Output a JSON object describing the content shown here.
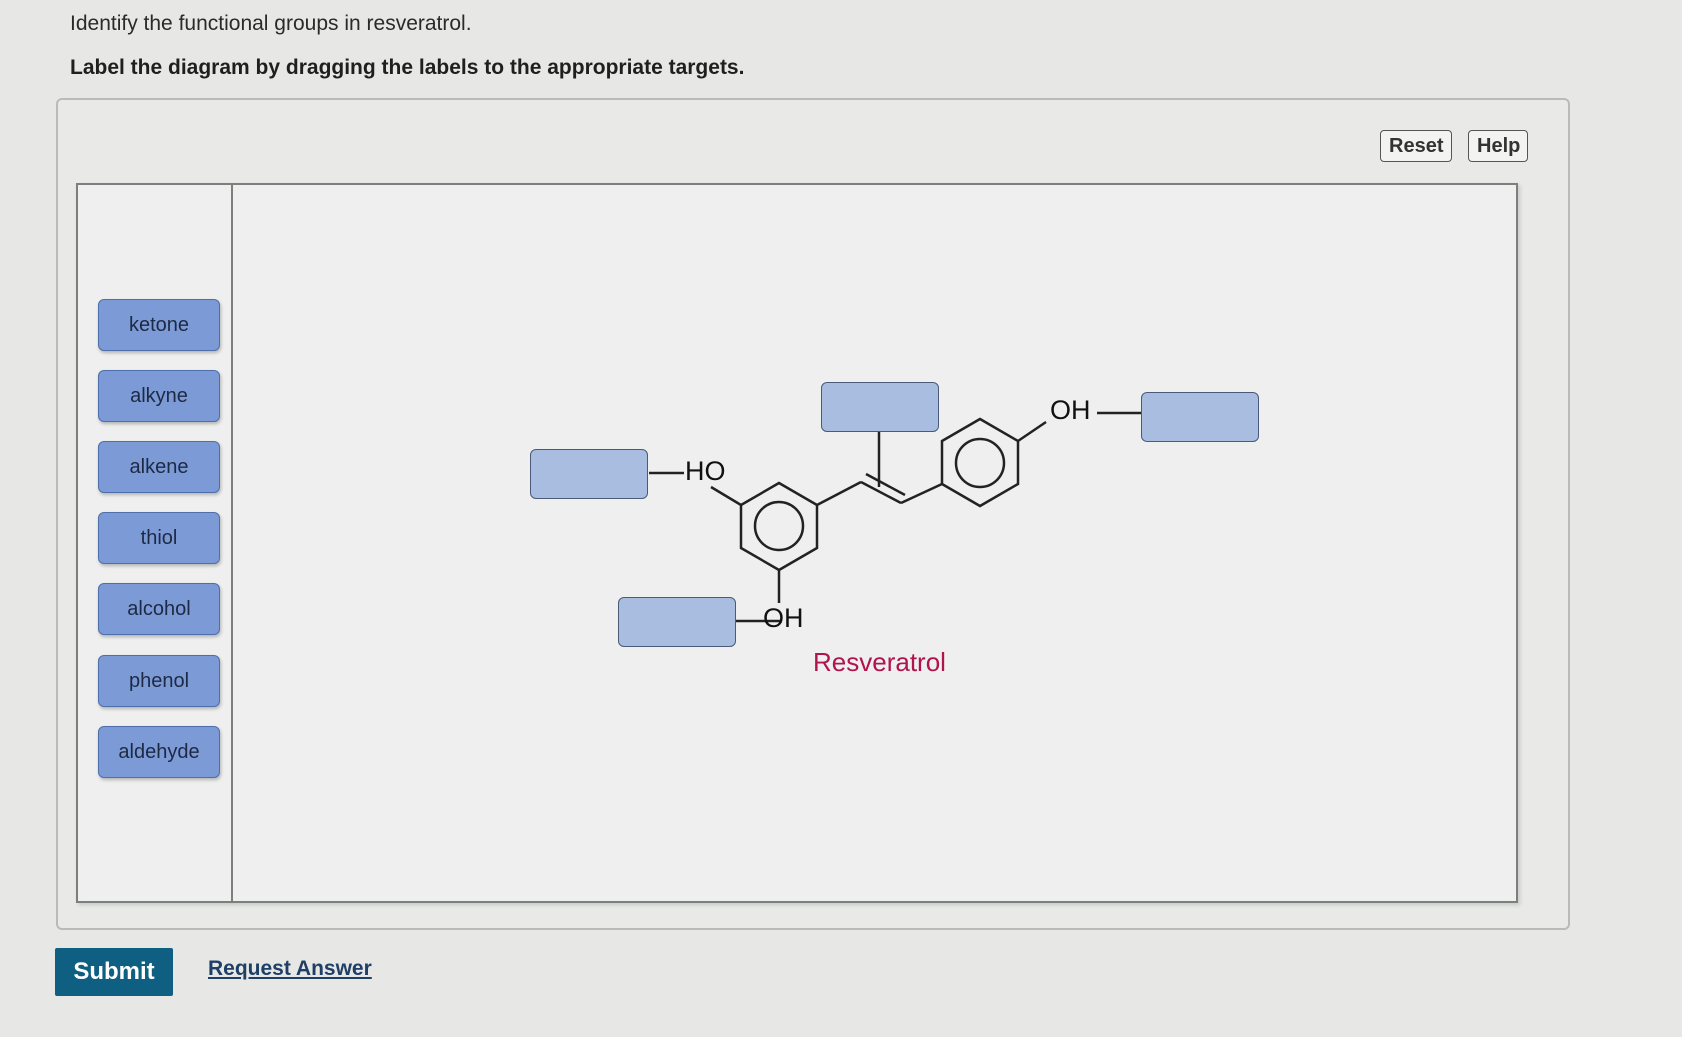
{
  "question": {
    "prompt": "Identify the functional groups in resveratrol.",
    "instruction": "Label the diagram by dragging the labels to the appropriate targets."
  },
  "toolbar": {
    "reset_label": "Reset",
    "help_label": "Help"
  },
  "labels": [
    "ketone",
    "alkyne",
    "alkene",
    "thiol",
    "alcohol",
    "phenol",
    "aldehyde"
  ],
  "molecule": {
    "name": "Resveratrol",
    "group_left": "HO",
    "group_bottom": "OH",
    "group_right": "OH"
  },
  "footer": {
    "submit_label": "Submit",
    "request_label": "Request Answer"
  },
  "colors": {
    "submit": "#0e5f82",
    "label_chip": "#7b9ad6",
    "drop_target": "#a9bde0",
    "molecule_name": "#b0144d"
  }
}
